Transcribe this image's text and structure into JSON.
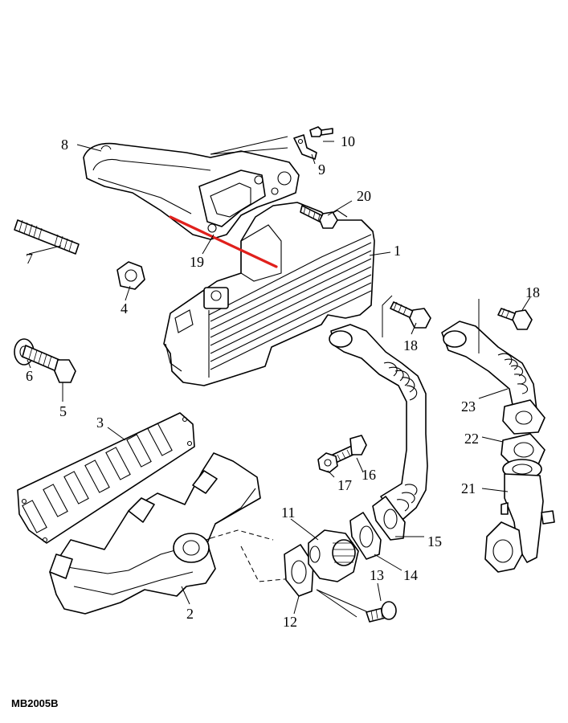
{
  "labels": {
    "l1": "1",
    "l2": "2",
    "l3": "3",
    "l4": "4",
    "l5": "5",
    "l6": "6",
    "l7": "7",
    "l8": "8",
    "l9": "9",
    "l10": "10",
    "l11": "11",
    "l12": "12",
    "l13": "13",
    "l14": "14",
    "l15": "15",
    "l16": "16",
    "l17": "17",
    "l18a": "18",
    "l18b": "18",
    "l19": "19",
    "l20": "20",
    "l21": "21",
    "l22": "22",
    "l23": "23"
  },
  "reference_code": "MB2005B",
  "highlight_color": "#e0201c"
}
